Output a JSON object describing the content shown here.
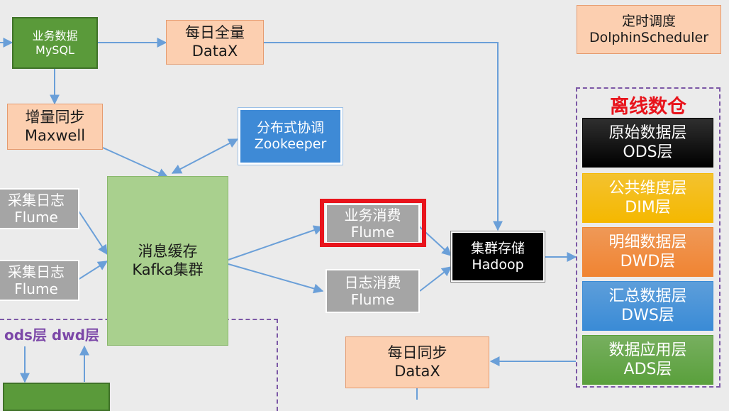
{
  "nodes": {
    "mysql": {
      "line1": "业务数据",
      "line2": "MySQL"
    },
    "datax_full": {
      "line1": "每日全量",
      "line2": "DataX"
    },
    "maxwell": {
      "line1": "增量同步",
      "line2": "Maxwell"
    },
    "zookeeper": {
      "line1": "分布式协调",
      "line2": "Zookeeper"
    },
    "flume_collect_1": {
      "line1": "采集日志",
      "line2": "Flume"
    },
    "flume_collect_2": {
      "line1": "采集日志",
      "line2": "Flume"
    },
    "kafka": {
      "line1": "消息缓存",
      "line2": "Kafka集群"
    },
    "flume_business": {
      "line1": "业务消费",
      "line2": "Flume"
    },
    "flume_log": {
      "line1": "日志消费",
      "line2": "Flume"
    },
    "hadoop": {
      "line1": "集群存储",
      "line2": "Hadoop"
    },
    "scheduler": {
      "line1": "定时调度",
      "line2": "DolphinScheduler"
    },
    "datax_sync": {
      "line1": "每日同步",
      "line2": "DataX"
    }
  },
  "warehouse": {
    "title": "离线数仓",
    "layers": [
      {
        "line1": "原始数据层",
        "line2": "ODS层",
        "color": "#000000"
      },
      {
        "line1": "公共维度层",
        "line2": "DIM层",
        "color": "#f5b800"
      },
      {
        "line1": "明细数据层",
        "line2": "DWD层",
        "color": "#f08432"
      },
      {
        "line1": "汇总数据层",
        "line2": "DWS层",
        "color": "#3a8bd6"
      },
      {
        "line1": "数据应用层",
        "line2": "ADS层",
        "color": "#5aa03c"
      }
    ]
  },
  "bottom_label": "ods层  dwd层",
  "colors": {
    "arrow": "#6a9fd8",
    "highlight": "#e8141c",
    "dashed": "#7c58a6"
  }
}
